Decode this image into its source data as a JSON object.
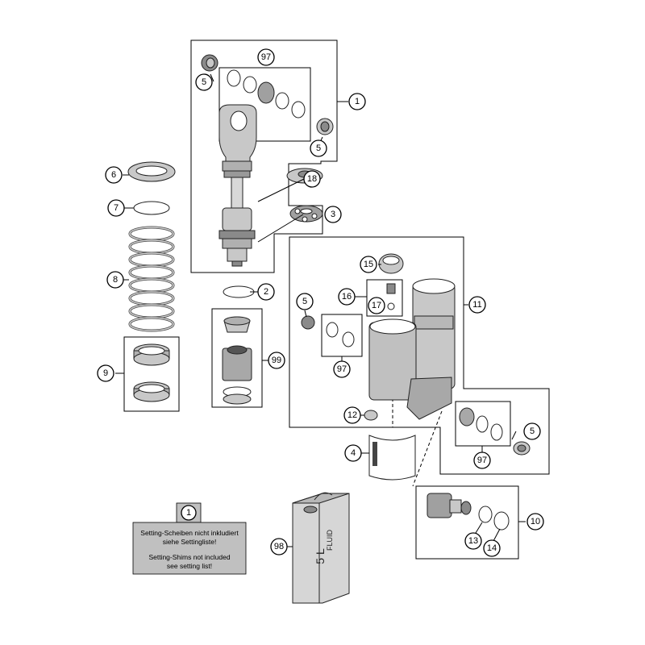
{
  "colors": {
    "part_fill": "#c8c8c8",
    "part_dark": "#8a8a8a",
    "note_box": "#c0c0c0",
    "line": "#000000"
  },
  "callouts": {
    "c1_top": "1",
    "c97_top": "97",
    "c5_topleft": "5",
    "c5_topright": "5",
    "c6": "6",
    "c7": "7",
    "c8": "8",
    "c9": "9",
    "c18": "18",
    "c3": "3",
    "c2": "2",
    "c99": "99",
    "c15": "15",
    "c16": "16",
    "c17": "17",
    "c11": "11",
    "c5_mid": "5",
    "c97_mid": "97",
    "c12": "12",
    "c4": "4",
    "c5_right": "5",
    "c97_right": "97",
    "c10": "10",
    "c13": "13",
    "c14": "14",
    "c98": "98",
    "c1_note": "1"
  },
  "note": {
    "line1": "Setting-Scheiben nicht inkludiert",
    "line2": "siehe Settingliste!",
    "line3": "Setting-Shims not included",
    "line4": "see setting list!"
  },
  "canister": {
    "label_top": "FLUID",
    "label_bottom": "5 L"
  }
}
